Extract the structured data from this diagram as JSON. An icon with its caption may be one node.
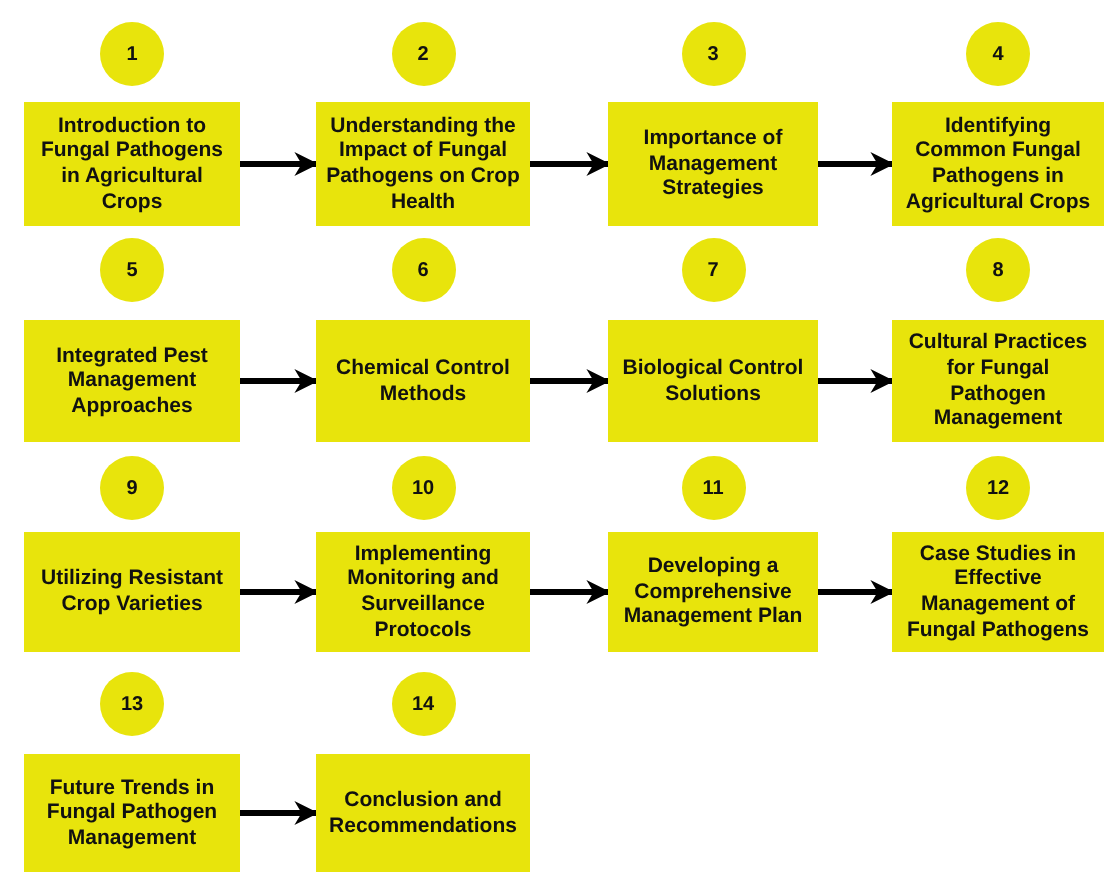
{
  "diagram": {
    "nodes": [
      {
        "text": [
          "1"
        ]
      },
      {
        "text": [
          "2"
        ]
      },
      {
        "text": [
          "3"
        ]
      },
      {
        "text": [
          "4"
        ]
      },
      {
        "text": [
          "Introduction to Fungal Pathogens in Agricultural Crops"
        ]
      },
      {
        "text": [
          "Understanding the Impact of Fungal Pathogens on Crop Health"
        ]
      },
      {
        "text": [
          "Importance of Management Strategies"
        ]
      },
      {
        "text": [
          "Identifying Common Fungal Pathogens in Agricultural Crops"
        ]
      },
      {
        "text": [
          "5"
        ]
      },
      {
        "text": [
          "6"
        ]
      },
      {
        "text": [
          "7"
        ]
      },
      {
        "text": [
          "8"
        ]
      },
      {
        "text": [
          "Integrated Pest Management Approaches"
        ]
      },
      {
        "text": [
          "Chemical Control Methods"
        ]
      },
      {
        "text": [
          "Biological Control Solutions"
        ]
      },
      {
        "text": [
          "Cultural Practices for Fungal Pathogen Management"
        ]
      },
      {
        "text": [
          "9"
        ]
      },
      {
        "text": [
          "10"
        ]
      },
      {
        "text": [
          "11"
        ]
      },
      {
        "text": [
          "12"
        ]
      },
      {
        "text": [
          "Utilizing Resistant Crop Varieties"
        ]
      },
      {
        "text": [
          "Implementing Monitoring and Surveillance Protocols"
        ]
      },
      {
        "text": [
          "Developing a Comprehensive Management Plan"
        ]
      },
      {
        "text": [
          "Case Studies in Effective Management of Fungal Pathogens"
        ]
      },
      {
        "text": [
          "13"
        ]
      },
      {
        "text": [
          "14"
        ]
      },
      {
        "text": [
          "Future Trends in Fungal Pathogen Management"
        ]
      },
      {
        "text": [
          "Conclusion and Recommendations"
        ]
      }
    ],
    "edges": [
      {
        "from": 4,
        "to": 5,
        "arrow": "to"
      },
      {
        "from": 5,
        "to": 6,
        "arrow": "to"
      },
      {
        "from": 6,
        "to": 7,
        "arrow": "to"
      },
      {
        "from": 12,
        "to": 13,
        "arrow": "to"
      },
      {
        "from": 13,
        "to": 14,
        "arrow": "to"
      },
      {
        "from": 14,
        "to": 15,
        "arrow": "to"
      },
      {
        "from": 20,
        "to": 21,
        "arrow": "to"
      },
      {
        "from": 21,
        "to": 22,
        "arrow": "to"
      },
      {
        "from": 22,
        "to": 23,
        "arrow": "to"
      },
      {
        "from": 26,
        "to": 27,
        "arrow": "to"
      }
    ]
  }
}
